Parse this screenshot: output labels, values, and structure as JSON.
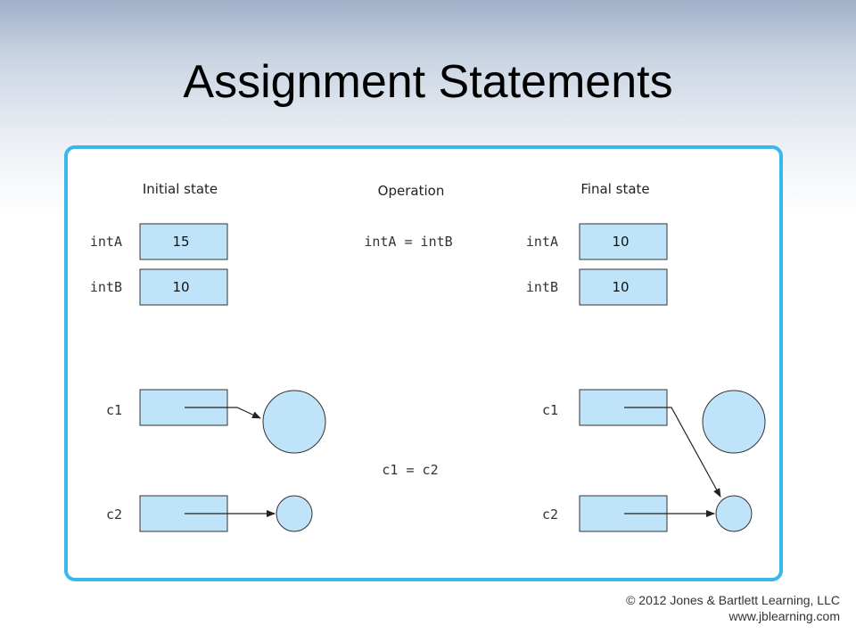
{
  "title": "Assignment Statements",
  "diagram": {
    "headers": {
      "initial": "Initial state",
      "operation": "Operation",
      "final": "Final state"
    },
    "initial": {
      "intA": {
        "label": "intA",
        "value": "15"
      },
      "intB": {
        "label": "intB",
        "value": "10"
      },
      "c1": {
        "label": "c1"
      },
      "c2": {
        "label": "c2"
      }
    },
    "operations": {
      "primitive": "intA = intB",
      "reference": "c1 = c2"
    },
    "final": {
      "intA": {
        "label": "intA",
        "value": "10"
      },
      "intB": {
        "label": "intB",
        "value": "10"
      },
      "c1": {
        "label": "c1"
      },
      "c2": {
        "label": "c2"
      }
    }
  },
  "footer": {
    "copyright": "© 2012 Jones & Bartlett Learning, LLC",
    "website": "www.jblearning.com"
  }
}
